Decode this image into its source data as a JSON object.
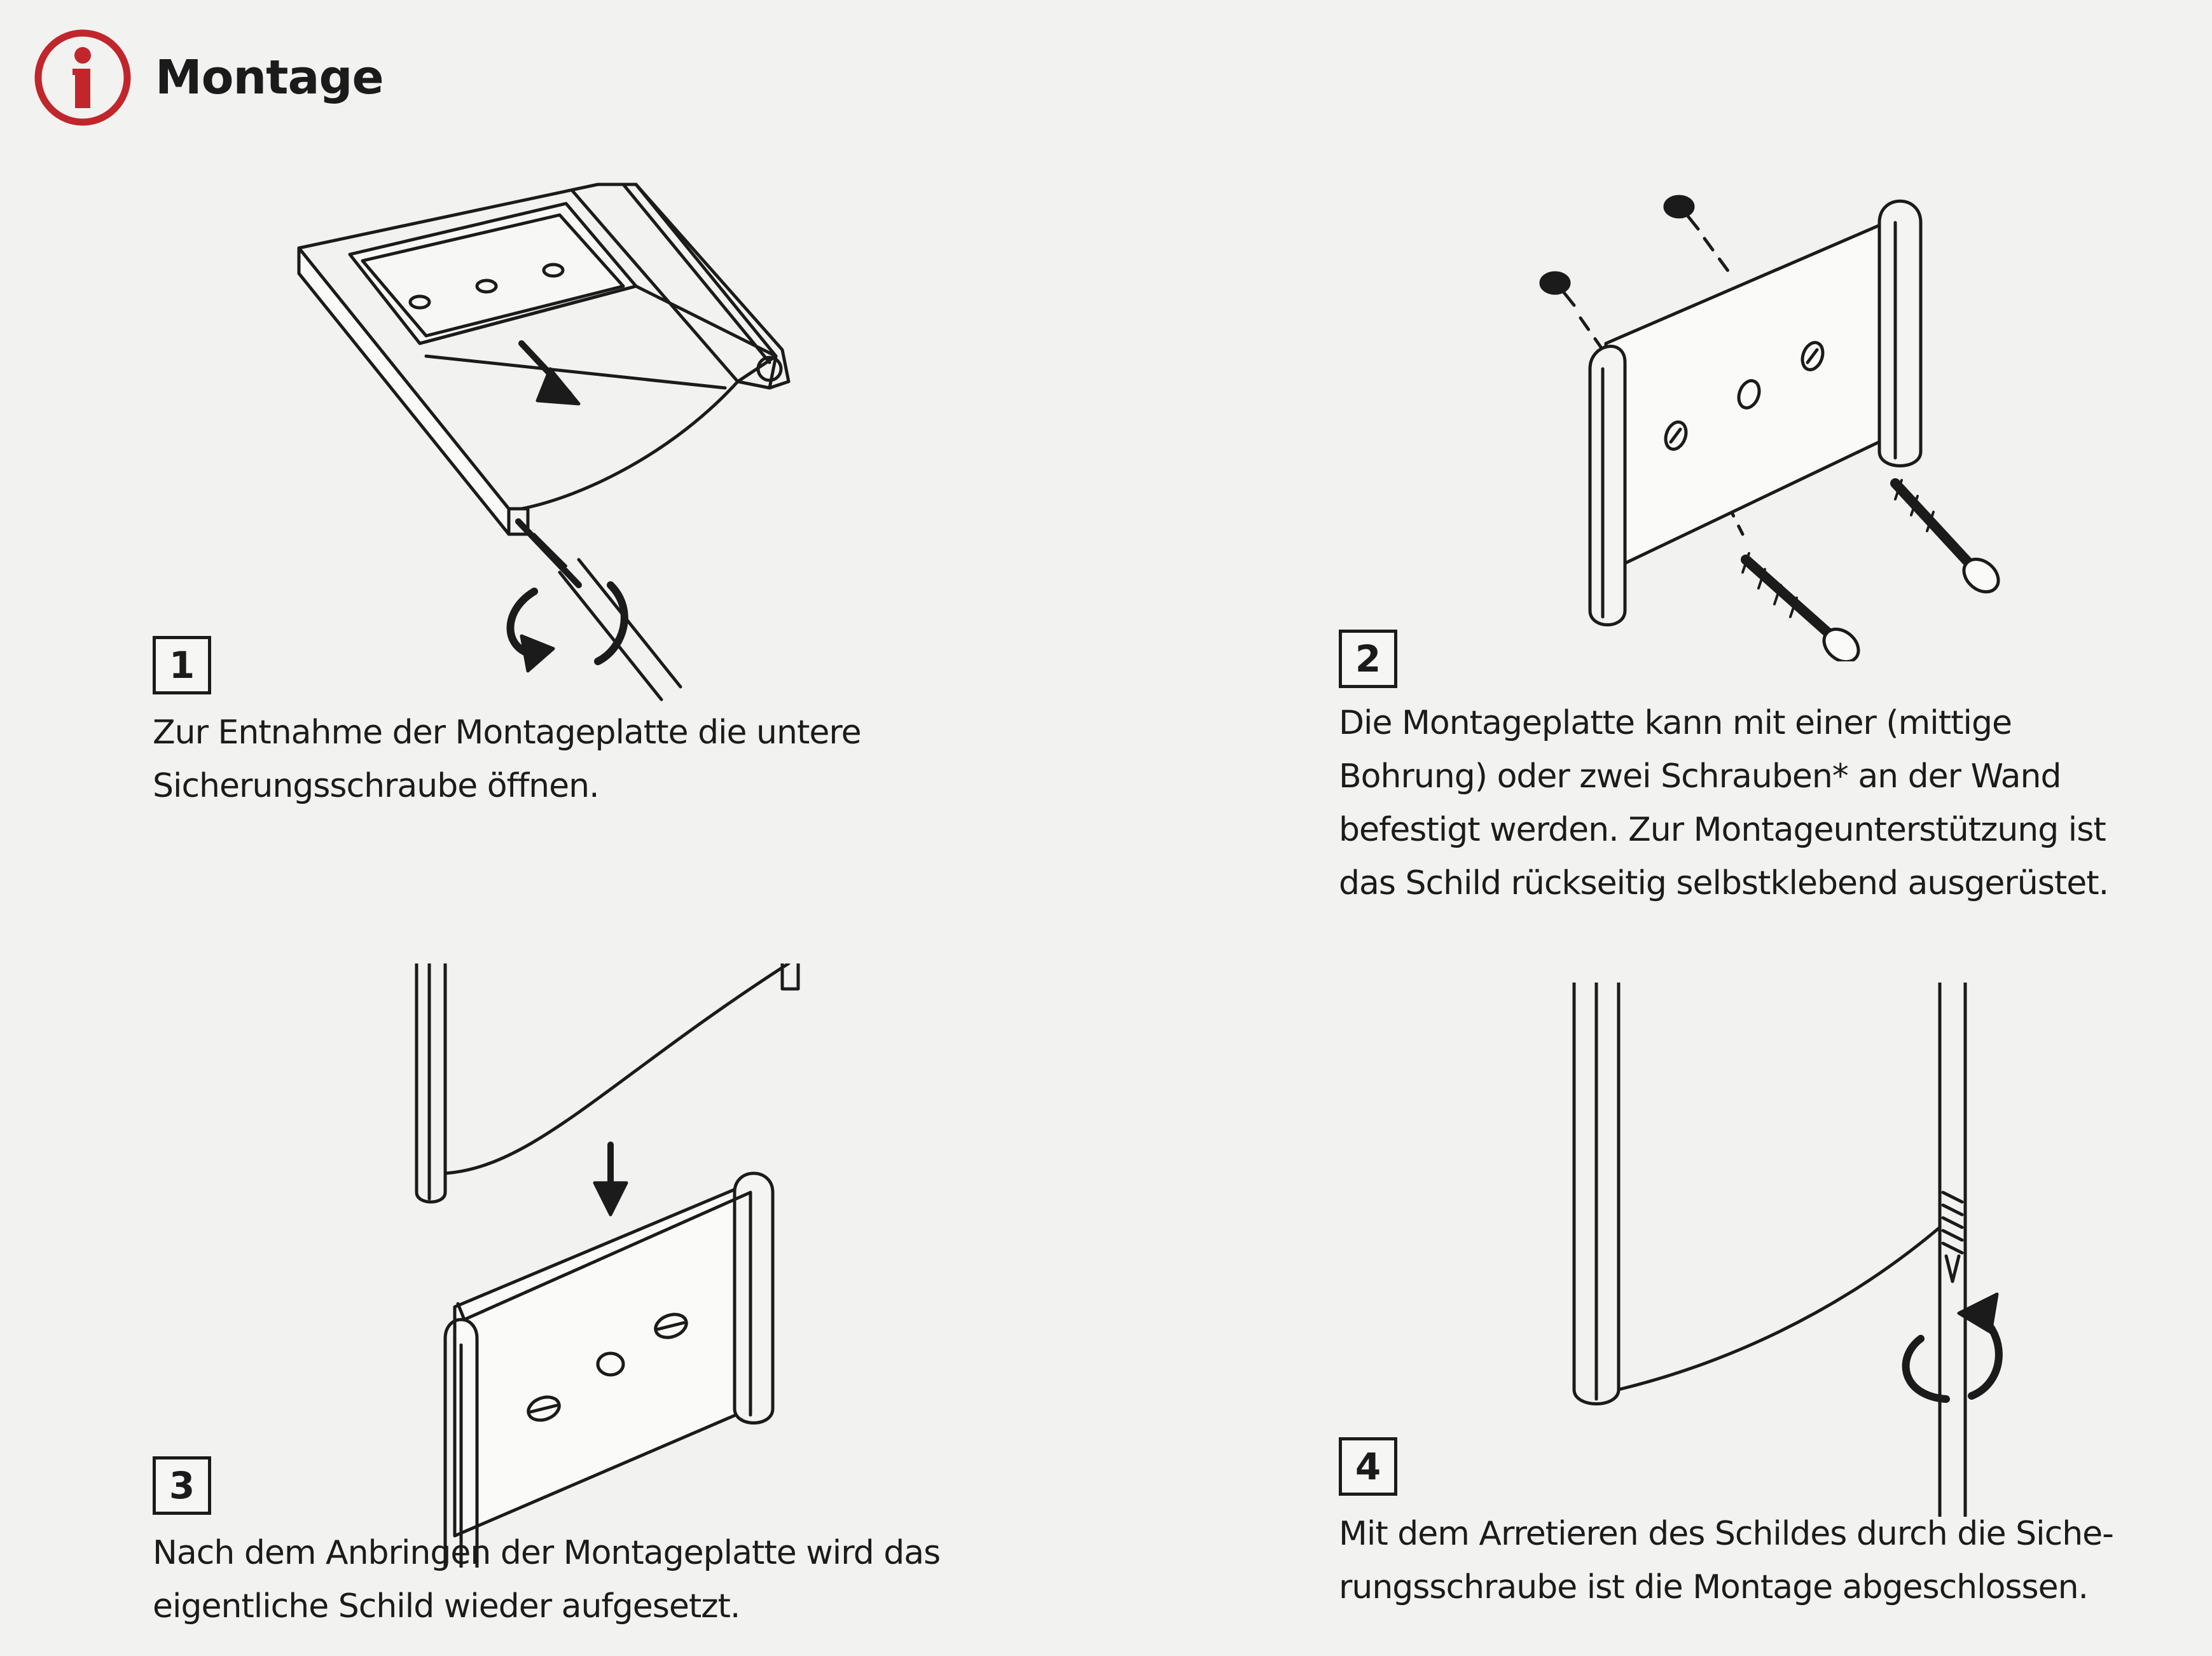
{
  "header": {
    "title": "Montage",
    "icon": "info-icon",
    "accent_color": "#c0262b"
  },
  "steps": [
    {
      "number": "1",
      "caption_lines": [
        "Zur Entnahme der Montageplatte die untere",
        "Sicherungsschraube öffnen."
      ],
      "illustration": "sign-bottom-securing-screw-icon"
    },
    {
      "number": "2",
      "caption_lines": [
        "Die Montageplatte kann mit einer (mittige",
        "Bohrung) oder zwei Schrauben* an der Wand",
        "befestigt werden.  Zur Montageunterstützung ist",
        "das Schild rückseitig selbstklebend ausgerüstet."
      ],
      "illustration": "mounting-plate-screws-icon"
    },
    {
      "number": "3",
      "caption_lines": [
        "Nach dem Anbringen der Montageplatte wird das",
        "eigentliche Schild wieder aufgesetzt."
      ],
      "illustration": "sign-onto-plate-icon"
    },
    {
      "number": "4",
      "caption_lines": [
        "Mit dem Arretieren des Schildes durch die Siche-",
        "rungsschraube ist die Montage abgeschlossen."
      ],
      "illustration": "sign-locking-screw-icon"
    }
  ]
}
